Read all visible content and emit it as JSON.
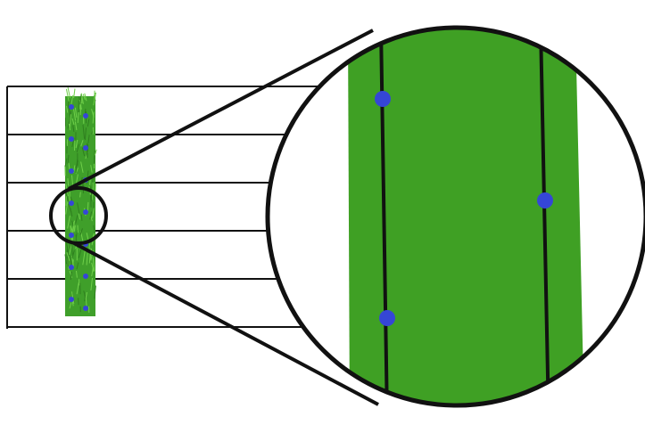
{
  "colors": {
    "background": "#ffffff",
    "line": "#111111",
    "strip_green": "#3f9f2a",
    "grass_dark": "#2f7f1f",
    "grass_light": "#6fcf4a",
    "dot_blue": "#3546d6"
  },
  "diagram": {
    "grid_rows": 5,
    "strip_dots_per_column": 7,
    "magnified_dots": 3
  }
}
